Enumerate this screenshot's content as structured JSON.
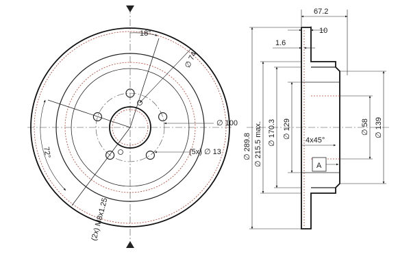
{
  "front_view": {
    "angle_label": "18°",
    "pcd_label": "∅ 74",
    "dia_100_label": "∅ 100",
    "holes_label": "(5x) ∅ 13",
    "angle_72_label": "72°",
    "thread_label": "(2x) M8x1.25"
  },
  "side_view": {
    "width_label": "67.2",
    "thickness_label": "10",
    "offset_label": "1.6",
    "dia_289_label": "∅ 289.8",
    "dia_215_label": "∅ 215.5 max.",
    "dia_170_label": "∅ 170.3",
    "dia_129_label": "∅ 129",
    "chamfer_label": "4x45°",
    "dia_58_label": "∅ 58",
    "dia_139_label": "∅ 139",
    "datum_label": "A"
  },
  "colors": {
    "line": "#222222",
    "hidden_line": "#c0392b"
  }
}
